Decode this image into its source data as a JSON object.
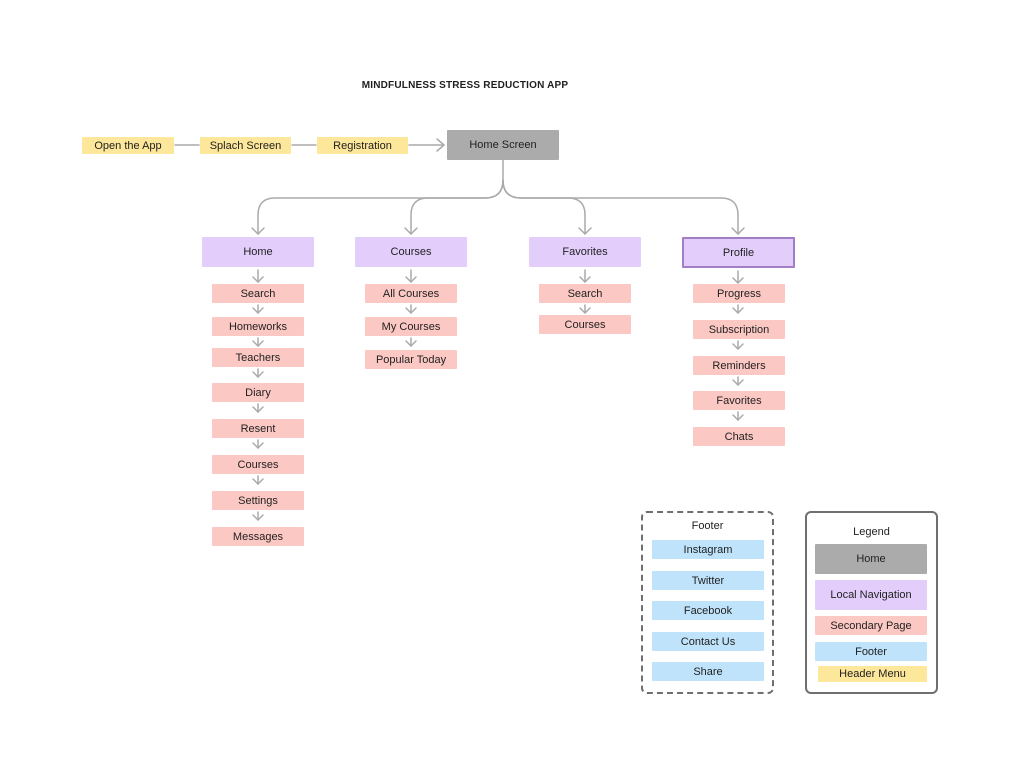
{
  "title": "MINDFULNESS STRESS REDUCTION APP",
  "flow": {
    "open_app": "Open the App",
    "splash": "Splach Screen",
    "registration": "Registration",
    "home_screen": "Home Screen"
  },
  "columns": {
    "home": {
      "label": "Home",
      "items": [
        "Search",
        "Homeworks",
        "Teachers",
        "Diary",
        "Resent",
        "Courses",
        "Settings",
        "Messages"
      ]
    },
    "courses": {
      "label": "Courses",
      "items": [
        "All Courses",
        "My Courses",
        "Popular Today"
      ]
    },
    "favorites": {
      "label": "Favorites",
      "items": [
        "Search",
        "Courses"
      ]
    },
    "profile": {
      "label": "Profile",
      "items": [
        "Progress",
        "Subscription",
        "Reminders",
        "Favorites",
        "Chats"
      ]
    }
  },
  "footer": {
    "title": "Footer",
    "items": [
      "Instagram",
      "Twitter",
      "Facebook",
      "Contact Us",
      "Share"
    ]
  },
  "legend": {
    "title": "Legend",
    "items": [
      "Home",
      "Local Navigation",
      "Secondary Page",
      "Footer",
      "Header Menu"
    ]
  },
  "colors": {
    "header_menu": "#fde79a",
    "home": "#ababab",
    "local_navigation": "#e3cdfb",
    "secondary_page": "#fcc8c3",
    "footer": "#bfe3fb"
  }
}
